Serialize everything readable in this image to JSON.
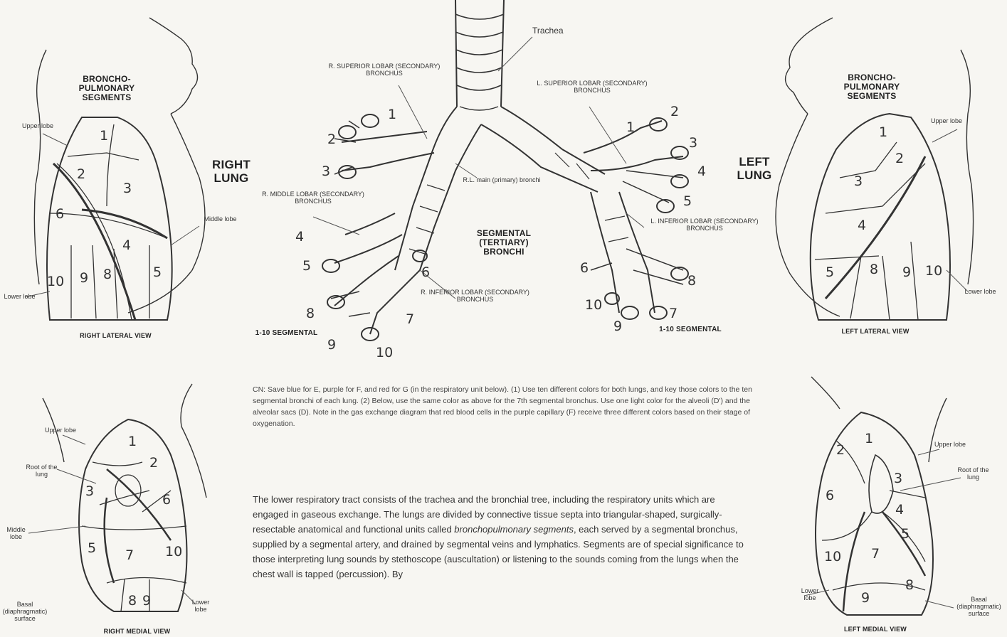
{
  "labels": {
    "trachea": "Trachea",
    "r_superior": "R. SUPERIOR LOBAR (SECONDARY) BRONCHUS",
    "l_superior": "L. SUPERIOR LOBAR (SECONDARY) BRONCHUS",
    "r_middle": "R. MIDDLE LOBAR (SECONDARY) BRONCHUS",
    "rl_main": "R.L. main (primary) bronchi",
    "segmental_tertiary": "SEGMENTAL (TERTIARY) BRONCHI",
    "l_inferior": "L. INFERIOR LOBAR (SECONDARY) BRONCHUS",
    "r_inferior": "R. INFERIOR LOBAR (SECONDARY) BRONCHUS",
    "seg_1_10_left": "1-10 SEGMENTAL",
    "seg_1_10_right": "1-10 SEGMENTAL",
    "right_lung": "RIGHT LUNG",
    "left_lung": "LEFT LUNG",
    "bp_segments_left": "BRONCHO-PULMONARY SEGMENTS",
    "bp_segments_right": "BRONCHO-PULMONARY SEGMENTS",
    "upper_lobe": "Upper lobe",
    "middle_lobe": "Middle lobe",
    "lower_lobe": "Lower lobe",
    "root_of_lung": "Root of the lung",
    "basal_surface": "Basal (diaphragmatic) surface",
    "right_lateral_view": "RIGHT LATERAL VIEW",
    "left_lateral_view": "LEFT LATERAL VIEW",
    "right_medial_view": "RIGHT MEDIAL VIEW",
    "left_medial_view": "LEFT MEDIAL VIEW"
  },
  "segment_numbers": [
    "1",
    "2",
    "3",
    "4",
    "5",
    "6",
    "7",
    "8",
    "9",
    "10"
  ],
  "cn_text_1": "CN: Save blue for E, purple for F, and red for G (in the respiratory unit below). (1) Use ten different colors for both lungs, and key those colors to the ten segmental bronchi of each lung. (2) Below, use the same color as above for the 7th segmental bronchus. Use one",
  "cn_text_2": "light color for the alveoli (D') and the alveolar sacs (D). Note in the gas exchange diagram that red blood cells in the purple capillary (F) receive three different colors based on their stage of oxygenation.",
  "body_text_1": "The lower respiratory tract consists of the trachea and the bronchial tree, including the respiratory units which are engaged in gaseous exchange. The lungs are divided by connective tissue septa into triangular-shaped, surgically-resectable anatomical and functional units called",
  "body_term": "bronchopulmonary segments",
  "body_text_2": ", each served by a segmental bronchus, supplied by a segmental artery, and drained by segmental veins and lymphatics. Segments are of special significance to those interpreting lung sounds by stethoscope (auscultation) or listening to the sounds coming from the lungs when the chest wall is tapped (percussion). By"
}
